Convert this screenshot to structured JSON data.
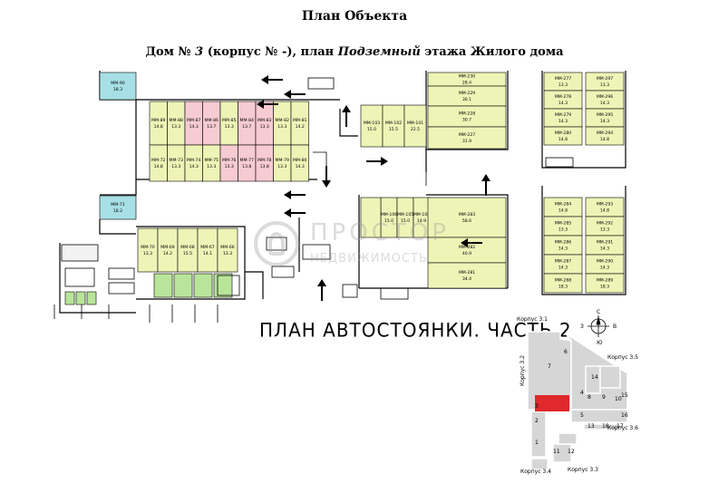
{
  "title": "План Объекта",
  "subtitle": {
    "prefix": "Дом № ",
    "house": "3",
    "middle": " (корпус № -), план ",
    "floor": "Подземный",
    "suffix": " этажа Жилого дома"
  },
  "plan_caption": "ПЛАН АВТОСТОЯНКИ. ЧАСТЬ 2",
  "watermark": {
    "line1": "ПРОСТОР",
    "line2": "НЕДВИЖИМОСТЬ"
  },
  "colors": {
    "parking_yellow": "#eef4b6",
    "parking_pink": "#f7cbd2",
    "storage_green": "#b9e59a",
    "cyan_room": "#a6e0e6",
    "highlight_red": "#e0282d",
    "keyplan_grey": "#d6d6d6"
  },
  "spots_top_row": [
    {
      "code": "ММ-89",
      "area": "14.8",
      "color": "yellow"
    },
    {
      "code": "ММ-88",
      "area": "13.3",
      "color": "yellow"
    },
    {
      "code": "ММ-87",
      "area": "14.3",
      "color": "pink"
    },
    {
      "code": "ММ-86",
      "area": "13.7",
      "color": "pink"
    },
    {
      "code": "ММ-85",
      "area": "13.3",
      "color": "yellow"
    },
    {
      "code": "ММ-84",
      "area": "13.7",
      "color": "pink"
    },
    {
      "code": "ММ-83",
      "area": "13.3",
      "color": "pink"
    },
    {
      "code": "ММ-82",
      "area": "13.3",
      "color": "yellow"
    },
    {
      "code": "ММ-81",
      "area": "14.2",
      "color": "yellow"
    }
  ],
  "spots_bottom_row": [
    {
      "code": "ММ-72",
      "area": "14.8",
      "color": "yellow"
    },
    {
      "code": "ММ-73",
      "area": "13.3",
      "color": "yellow"
    },
    {
      "code": "ММ-74",
      "area": "14.3",
      "color": "yellow"
    },
    {
      "code": "ММ-75",
      "area": "13.3",
      "color": "yellow"
    },
    {
      "code": "ММ-76",
      "area": "13.3",
      "color": "pink"
    },
    {
      "code": "ММ-77",
      "area": "13.8",
      "color": "pink"
    },
    {
      "code": "ММ-78",
      "area": "13.8",
      "color": "pink"
    },
    {
      "code": "ММ-79",
      "area": "13.3",
      "color": "yellow"
    },
    {
      "code": "ММ-80",
      "area": "14.3",
      "color": "yellow"
    }
  ],
  "spots_middle_top": [
    {
      "code": "ММ-103",
      "area": "15.0"
    },
    {
      "code": "ММ-102",
      "area": "15.5"
    },
    {
      "code": "ММ-101",
      "area": "22.5"
    }
  ],
  "spots_middle_bottom": [
    {
      "code": "ММ-106",
      "area": "15.0"
    },
    {
      "code": "ММ-105",
      "area": "15.0"
    },
    {
      "code": "ММ-104",
      "area": "14.9"
    }
  ],
  "spots_big_top": [
    {
      "code": "ММ-230",
      "area": "28.4"
    },
    {
      "code": "ММ-229",
      "area": "30.1"
    },
    {
      "code": "ММ-228",
      "area": "30.7"
    },
    {
      "code": "ММ-227",
      "area": "31.9"
    }
  ],
  "spots_big_bottom": [
    {
      "code": "ММ-283",
      "area": "58.6"
    },
    {
      "code": "ММ-282",
      "area": "40.9"
    },
    {
      "code": "ММ-281",
      "area": "34.4"
    }
  ],
  "spots_right_top_left": [
    {
      "code": "ММ-277",
      "area": "13.3"
    },
    {
      "code": "ММ-278",
      "area": "14.3"
    },
    {
      "code": "ММ-279",
      "area": "14.3"
    },
    {
      "code": "ММ-280",
      "area": "14.8"
    }
  ],
  "spots_right_top_right": [
    {
      "code": "ММ-297",
      "area": "13.3"
    },
    {
      "code": "ММ-296",
      "area": "14.3"
    },
    {
      "code": "ММ-295",
      "area": "14.3"
    },
    {
      "code": "ММ-294",
      "area": "14.8"
    }
  ],
  "spots_right_bottom_left": [
    {
      "code": "ММ-284",
      "area": "14.8"
    },
    {
      "code": "ММ-285",
      "area": "13.3"
    },
    {
      "code": "ММ-286",
      "area": "14.3"
    },
    {
      "code": "ММ-287",
      "area": "14.3"
    },
    {
      "code": "ММ-288",
      "area": "18.3"
    }
  ],
  "spots_right_bottom_right": [
    {
      "code": "ММ-293",
      "area": "14.8"
    },
    {
      "code": "ММ-292",
      "area": "13.3"
    },
    {
      "code": "ММ-291",
      "area": "14.3"
    },
    {
      "code": "ММ-290",
      "area": "14.3"
    },
    {
      "code": "ММ-289",
      "area": "18.3"
    }
  ],
  "spots_left_lower": [
    {
      "code": "ММ-70",
      "area": "13.3"
    },
    {
      "code": "ММ-69",
      "area": "14.2"
    },
    {
      "code": "ММ-68",
      "area": "15.5"
    },
    {
      "code": "ММ-67",
      "area": "14.1"
    },
    {
      "code": "ММ-66",
      "area": "13.3"
    }
  ],
  "cyan_rooms": [
    {
      "code": "ММ-90",
      "area": "18.3"
    },
    {
      "code": "ММ-71",
      "area": "18.2"
    }
  ],
  "keyplan": {
    "labels": {
      "k31": "Корпус 3.1",
      "k32": "Корпус 3.2",
      "k35": "Корпус 3.5",
      "k36": "Корпус 3.6",
      "k34": "Корпус 3.4",
      "k33": "Корпус 3.3"
    },
    "compass": {
      "n": "С",
      "s": "Ю",
      "e": "В",
      "w": "З"
    },
    "numbers": [
      "1",
      "2",
      "3",
      "4",
      "5",
      "6",
      "7",
      "8",
      "9",
      "10",
      "11",
      "12",
      "13",
      "14",
      "15",
      "16",
      "17",
      "18"
    ]
  }
}
